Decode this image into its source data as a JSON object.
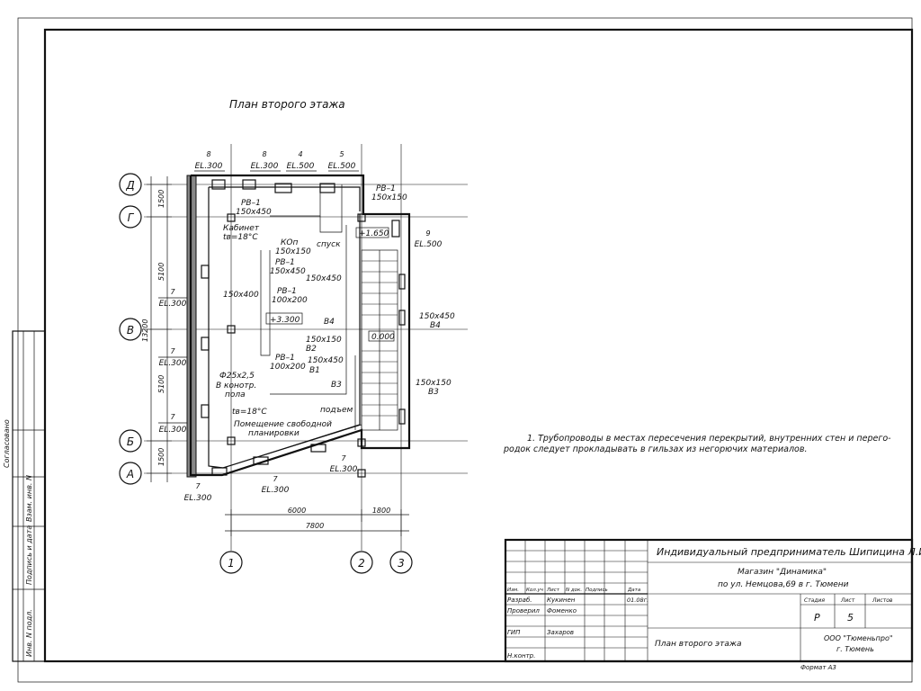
{
  "title": "План второго этажа",
  "axes": {
    "rows": [
      "Д",
      "Г",
      "В",
      "Б",
      "А"
    ],
    "cols": [
      "1",
      "2",
      "3"
    ]
  },
  "dims": {
    "left": [
      "1500",
      "5100",
      "13200",
      "5100",
      "1500"
    ],
    "bottom": [
      "6000",
      "1800",
      "7800"
    ]
  },
  "top_labels": [
    {
      "num": "8",
      "el": "EL.300"
    },
    {
      "num": "8",
      "el": "EL.300"
    },
    {
      "num": "4",
      "el": "EL.500"
    },
    {
      "num": "5",
      "el": "EL.500"
    }
  ],
  "left_labels": [
    {
      "num": "7",
      "el": "EL.300"
    },
    {
      "num": "7",
      "el": "EL.300"
    },
    {
      "num": "7",
      "el": "EL.300"
    }
  ],
  "bottom_labels": [
    {
      "num": "7",
      "el": "EL.300"
    },
    {
      "num": "7",
      "el": "EL.300"
    },
    {
      "num": "7",
      "el": "EL.300"
    }
  ],
  "right_label": {
    "num": "9",
    "el": "EL.500"
  },
  "plan_labels": {
    "pv1_a": "РВ–1",
    "pv1_a_size": "150х450",
    "pv1_b": "РВ–1",
    "pv1_b_size": "150х150",
    "cabinet": "Кабинет",
    "cabinet_t": "tв=18°С",
    "kop": "КОп",
    "kop_size": "150х150",
    "spusk": "спуск",
    "pv1_c": "РВ–1",
    "pv1_c_size": "150х450",
    "elev_1650": "+1.650",
    "size_150x450": "150х450",
    "size_150x400": "150х400",
    "pv1_d": "РВ–1",
    "pv1_d_size": "100х200",
    "elev_3300": "+3.300",
    "v4": "В4",
    "v2_size": "150х150",
    "v2": "В2",
    "elev_0000": "0.000",
    "v1_size": "150х450",
    "v1": "В1",
    "pv1_e": "РВ–1",
    "pv1_e_size": "100х200",
    "pipe": "Ф25х2,5",
    "pipe_note_1": "В конотр.",
    "pipe_note_2": "пола",
    "v3": "В3",
    "room_t": "tв=18°С",
    "room_name_1": "Помещение свободной",
    "room_name_2": "планировки",
    "podem": "подъем",
    "r_v4_size": "150х450",
    "r_v4": "В4",
    "r_v3_size": "150х150",
    "r_v3": "В3"
  },
  "note": {
    "line1": "1. Трубопроводы в местах пересечения перекрытий, внутренних стен и перего-",
    "line2": "родок следует прокладывать в гильзах из негорючих материалов."
  },
  "side_stamp": {
    "soglasovano": "Согласовано",
    "inv_podl": "Инв. N подл.",
    "podpis_data": "Подпись и дата",
    "vzam_inv": "Взам. инв. N"
  },
  "title_block": {
    "org": "Индивидуальный предприниматель Шипицина Л.И.",
    "object_1": "Магазин \"Динамика\"",
    "object_2": "по ул. Немцова,69    в г. Тюмени",
    "cols": [
      "Изм.",
      "Кол.уч",
      "Лист",
      "N док.",
      "Подпись",
      "Дата"
    ],
    "rows": [
      {
        "role": "Разраб.",
        "name": "Кукинен",
        "date": "01.08г."
      },
      {
        "role": "Проверил",
        "name": "Фоменко",
        "date": ""
      },
      {
        "role": "",
        "name": "",
        "date": ""
      },
      {
        "role": "ГИП",
        "name": "Захаров",
        "date": ""
      },
      {
        "role": "",
        "name": "",
        "date": ""
      },
      {
        "role": "Н.контр.",
        "name": "",
        "date": ""
      }
    ],
    "stage_h": "Стадия",
    "sheet_h": "Лист",
    "sheets_h": "Листов",
    "stage": "Р",
    "sheet": "5",
    "sheets": "",
    "sheet_name": "План второго этажа",
    "company_1": "ООО \"Тюменьпро\"",
    "company_2": "г. Тюмень",
    "format": "Формат А3"
  }
}
